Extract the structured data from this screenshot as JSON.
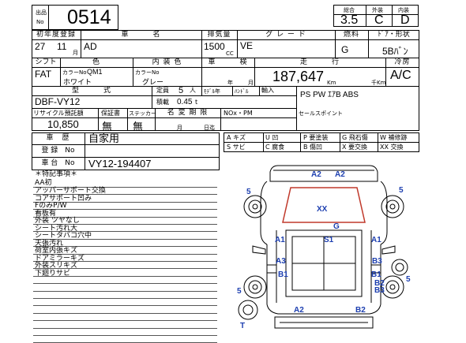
{
  "header": {
    "lot_label_top": "出品",
    "lot_label_bottom": "No",
    "lot_number": "0514",
    "score_label": "総合",
    "ext_label": "外装",
    "int_label": "内装",
    "score": "3.5",
    "ext_grade": "C",
    "int_grade": "D"
  },
  "row1": {
    "reg_label": "初年度登録",
    "name_label": "車　　　名",
    "disp_label": "排気量",
    "grade_label": "グ レ ー ド",
    "fuel_label": "燃料",
    "door_label": "ﾄﾞｱ・形状",
    "year": "27",
    "month": "11",
    "month_unit": "月",
    "car_name": "AD",
    "displacement": "1500",
    "cc_unit": "CC",
    "grade": "VE",
    "fuel": "G",
    "body_type": "5Bﾊﾞﾝ"
  },
  "row2": {
    "shift_label": "シフト",
    "color_label": "色",
    "interior_label": "内 装 色",
    "inspection_label": "車　　　検",
    "mileage_label": "走　　　行",
    "ac_label": "冷房",
    "shift": "FAT",
    "color_no_label": "カラーNo",
    "color_no": "QM1",
    "color": "ホワイト",
    "int_color_no_label": "カラーNo",
    "int_color": "グレー",
    "year_unit": "年",
    "month_unit": "月",
    "mileage": "187,647",
    "km_unit": "Km",
    "thousand_unit": "千Km",
    "ac": "A/C"
  },
  "row3": {
    "model_label": "型　　　式",
    "capacity_label": "定員",
    "capacity": "5",
    "person_unit": "人",
    "model_year_label": "ﾓﾃﾞﾙ年",
    "handle_label": "ﾊﾝﾄﾞﾙ",
    "import_label": "輸入",
    "model": "DBF-VY12",
    "load_label": "積載",
    "load": "0.45",
    "ton_unit": "t",
    "equipment": "PS PW ｴｱB ABS"
  },
  "row4": {
    "recycle_label": "リサイクル預託額",
    "warranty_label": "保証書",
    "sticker_label": "ステッカー",
    "change_label": "名 変 期 限",
    "nox_label": "NOx・PM",
    "sales_label": "セールスポイント",
    "recycle": "10,850",
    "warranty": "無",
    "sticker": "無",
    "month_unit": "月",
    "day_unit": "日迄"
  },
  "history": {
    "history_label": "車　歴",
    "history": "自家用",
    "reg_no_label": "登 録　No",
    "frame_no_label": "車 台　No",
    "frame_no": "VY12-194407"
  },
  "legend": [
    {
      "code": "A",
      "text": "キズ"
    },
    {
      "code": "U",
      "text": "凹"
    },
    {
      "code": "P",
      "text": "要塗装"
    },
    {
      "code": "W",
      "text": "補修跡"
    },
    {
      "code": "S",
      "text": "サビ"
    },
    {
      "code": "C",
      "text": "腐食"
    },
    {
      "code": "B",
      "text": "傷凹"
    },
    {
      "code": "X",
      "text": "要交換"
    },
    {
      "code": "G",
      "text": "飛石傷"
    },
    {
      "code": "XX",
      "text": "交換"
    }
  ],
  "notes": {
    "title": "＊特記事項＊",
    "items": [
      "AA初",
      "アッパーサポート交換",
      "コアサポート凹み",
      "FのみP/W",
      "看板有",
      "外装 ツヤなし",
      "シート汚れ大",
      "シートタバコ穴中",
      "天張汚れ",
      "荷室内張キズ",
      "ドアミラーキズ",
      "外装スリキズ",
      "下廻りサビ"
    ]
  },
  "diagram": {
    "marks": [
      {
        "label": "A2",
        "color": "#1d3fb0"
      },
      {
        "label": "A2",
        "color": "#1d3fb0"
      },
      {
        "label": "5",
        "color": "#1d3fb0"
      },
      {
        "label": "5",
        "color": "#1d3fb0"
      },
      {
        "label": "XX",
        "color": "#1d3fb0"
      },
      {
        "label": "G",
        "color": "#1d3fb0"
      },
      {
        "label": "A1",
        "color": "#1d3fb0"
      },
      {
        "label": "S1",
        "color": "#1d3fb0"
      },
      {
        "label": "A1",
        "color": "#1d3fb0"
      },
      {
        "label": "A3",
        "color": "#1d3fb0"
      },
      {
        "label": "B3",
        "color": "#1d3fb0"
      },
      {
        "label": "B1",
        "color": "#1d3fb0"
      },
      {
        "label": "B1",
        "color": "#1d3fb0"
      },
      {
        "label": "5",
        "color": "#1d3fb0"
      },
      {
        "label": "B2",
        "color": "#1d3fb0"
      },
      {
        "label": "5",
        "color": "#1d3fb0"
      },
      {
        "label": "B3",
        "color": "#1d3fb0"
      },
      {
        "label": "A2",
        "color": "#1d3fb0"
      },
      {
        "label": "B2",
        "color": "#1d3fb0"
      },
      {
        "label": "T",
        "color": "#1d3fb0"
      }
    ],
    "accent_red": "#c0392b"
  }
}
